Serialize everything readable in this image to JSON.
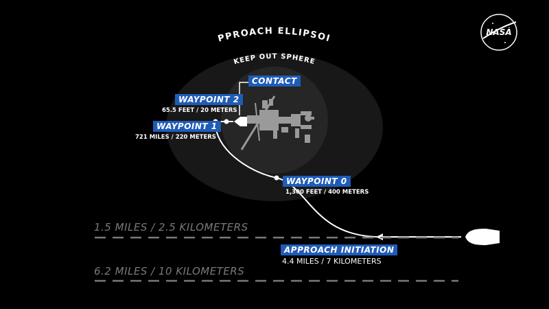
{
  "labels": {
    "approach_ellipsoid": "APPROACH ELLIPSOID",
    "keep_out_sphere": "KEEP OUT SPHERE",
    "contact": "CONTACT",
    "waypoint2": {
      "title": "WAYPOINT 2",
      "distance": "65.5 FEET / 20 METERS"
    },
    "waypoint1": {
      "title": "WAYPOINT 1",
      "distance": "721 MILES / 220 METERS"
    },
    "waypoint0": {
      "title": "WAYPOINT 0",
      "distance": "1,300 FEET / 400 METERS"
    },
    "approach_initiation": {
      "title": "APPROACH INITIATION",
      "distance": "4.4 MILES / 7 KILOMETERS"
    }
  },
  "ranges": {
    "inner": "1.5 MILES / 2.5 KILOMETERS",
    "outer": "6.2 MILES / 10 KILOMETERS"
  },
  "logo": {
    "text": "NASA",
    "icon": "nasa-meatball-logo"
  },
  "colors": {
    "label_blue": "#1f5cb8",
    "range_gray": "#7a7a7a",
    "zone_fill": "#1e1e1e"
  }
}
